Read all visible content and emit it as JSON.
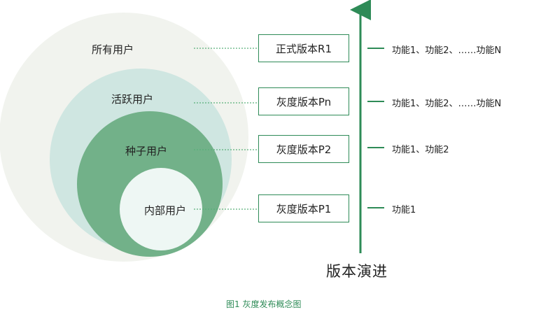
{
  "colors": {
    "ring_all": "#f1f3ee",
    "ring_active": "#cfe6e1",
    "ring_seed": "#72b189",
    "ring_internal": "#eef7f4",
    "accent": "#2e8b57",
    "dotted": "#5ab07a"
  },
  "rings": [
    {
      "id": "all",
      "label": "所有用户"
    },
    {
      "id": "active",
      "label": "活跃用户"
    },
    {
      "id": "seed",
      "label": "种子用户"
    },
    {
      "id": "internal",
      "label": "内部用户"
    }
  ],
  "versions": [
    {
      "label": "正式版本R1",
      "features": "功能1、功能2、……功能N"
    },
    {
      "label": "灰度版本Pn",
      "features": "功能1、功能2、……功能N"
    },
    {
      "label": "灰度版本P2",
      "features": "功能1、功能2"
    },
    {
      "label": "灰度版本P1",
      "features": "功能1"
    }
  ],
  "axis": {
    "title": "版本演进"
  },
  "caption": "图1  灰度发布概念图"
}
